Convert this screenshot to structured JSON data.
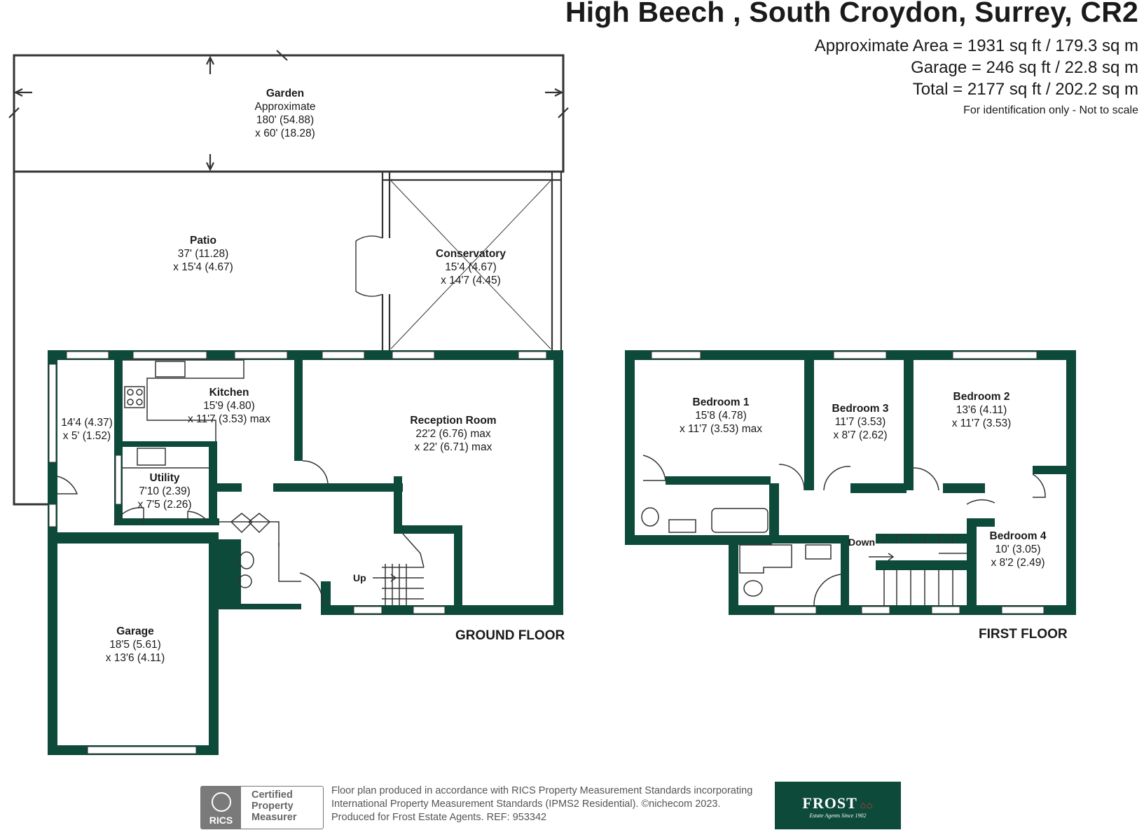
{
  "header": {
    "title": "High Beech , South Croydon, Surrey, CR2",
    "lines": [
      "Approximate Area = 1931 sq ft / 179.3 sq m",
      "Garage = 246 sq ft / 22.8 sq m",
      "Total = 2177 sq ft / 202.2 sq m"
    ],
    "note": "For identification only - Not to scale"
  },
  "rooms": {
    "garden": {
      "name": "Garden",
      "l1": "Approximate",
      "l2": "180' (54.88)",
      "l3": "x 60' (18.28)"
    },
    "patio": {
      "name": "Patio",
      "l1": "37' (11.28)",
      "l2": "x 15'4 (4.67)"
    },
    "conservatory": {
      "name": "Conservatory",
      "l1": "15'4 (4.67)",
      "l2": "x 14'7 (4.45)"
    },
    "kitchen": {
      "name": "Kitchen",
      "l1": "15'9 (4.80)",
      "l2": "x 11'7 (3.53) max"
    },
    "hall": {
      "l1": "14'4 (4.37)",
      "l2": "x 5' (1.52)"
    },
    "utility": {
      "name": "Utility",
      "l1": "7'10 (2.39)",
      "l2": "x 7'5 (2.26)"
    },
    "reception": {
      "name": "Reception Room",
      "l1": "22'2 (6.76) max",
      "l2": "x 22' (6.71) max"
    },
    "garage": {
      "name": "Garage",
      "l1": "18'5 (5.61)",
      "l2": "x 13'6 (4.11)"
    },
    "bedroom1": {
      "name": "Bedroom 1",
      "l1": "15'8 (4.78)",
      "l2": "x 11'7 (3.53) max"
    },
    "bedroom3": {
      "name": "Bedroom 3",
      "l1": "11'7 (3.53)",
      "l2": "x 8'7 (2.62)"
    },
    "bedroom2": {
      "name": "Bedroom 2",
      "l1": "13'6 (4.11)",
      "l2": "x 11'7 (3.53)"
    },
    "bedroom4": {
      "name": "Bedroom 4",
      "l1": "10' (3.05)",
      "l2": "x 8'2 (2.49)"
    }
  },
  "labels": {
    "up": "Up",
    "down": "Down",
    "ground_floor": "GROUND FLOOR",
    "first_floor": "FIRST FLOOR"
  },
  "footer": {
    "line1": "Floor plan produced in accordance with RICS Property Measurement Standards incorporating",
    "line2": "International Property Measurement Standards (IPMS2 Residential).   ©nichecom 2023.",
    "line3": "Produced for Frost Estate Agents.   REF:  953342",
    "rics_logo": "RICS",
    "rics_badge": [
      "Certified",
      "Property",
      "Measurer"
    ],
    "brand": "FROST",
    "brand_tagline": "Estate Agents Since 1902"
  },
  "colors": {
    "wall": "#0d4a3a",
    "line": "#333333"
  },
  "icons": [
    "sink-icon",
    "hob-icon",
    "toilet-icon",
    "basin-icon",
    "bath-icon",
    "shower-icon",
    "staircase-icon",
    "door-swing-icon"
  ]
}
